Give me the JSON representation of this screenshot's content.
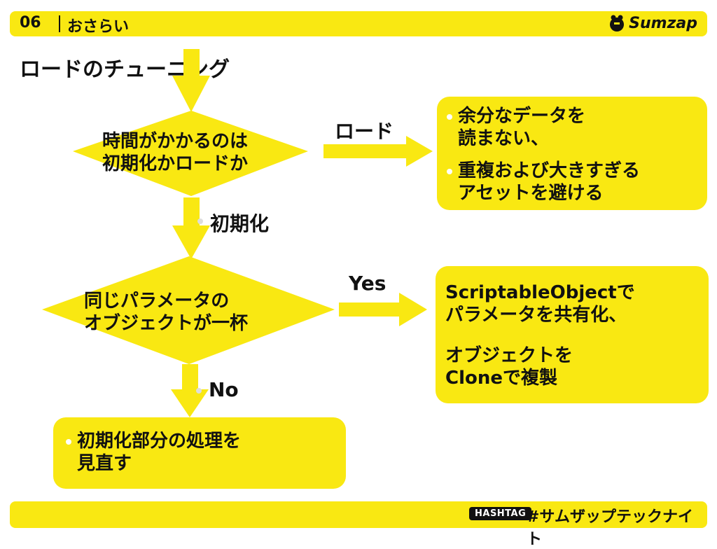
{
  "header": {
    "section_number": "06",
    "section_title": "おさらい",
    "logo_text": "Sumzap"
  },
  "page_title": "ロードのチューニング",
  "diagram": {
    "decision1": [
      "時間がかかるのは",
      "初期化かロードか"
    ],
    "decision2": [
      "同じパラメータの",
      "オブジェクトが一杯"
    ],
    "edge_load": "ロード",
    "edge_init": "初期化",
    "edge_yes": "Yes",
    "edge_no": "No",
    "load_box": {
      "items": [
        [
          "余分なデータを",
          "読まない、"
        ],
        [
          "重複および大きすぎる",
          "アセットを避ける"
        ]
      ]
    },
    "yes_box": {
      "lines": [
        "ScriptableObjectで",
        "パラメータを共有化、"
      ],
      "lines2": [
        "オブジェクトを",
        "Cloneで複製"
      ]
    },
    "no_box": {
      "lines": [
        "初期化部分の処理を",
        "見直す"
      ]
    }
  },
  "footer": {
    "tag_label": "HASHTAG",
    "hashtag": "#サムザップテックナイト"
  },
  "colors": {
    "accent": "#f9e812",
    "text": "#111111"
  }
}
